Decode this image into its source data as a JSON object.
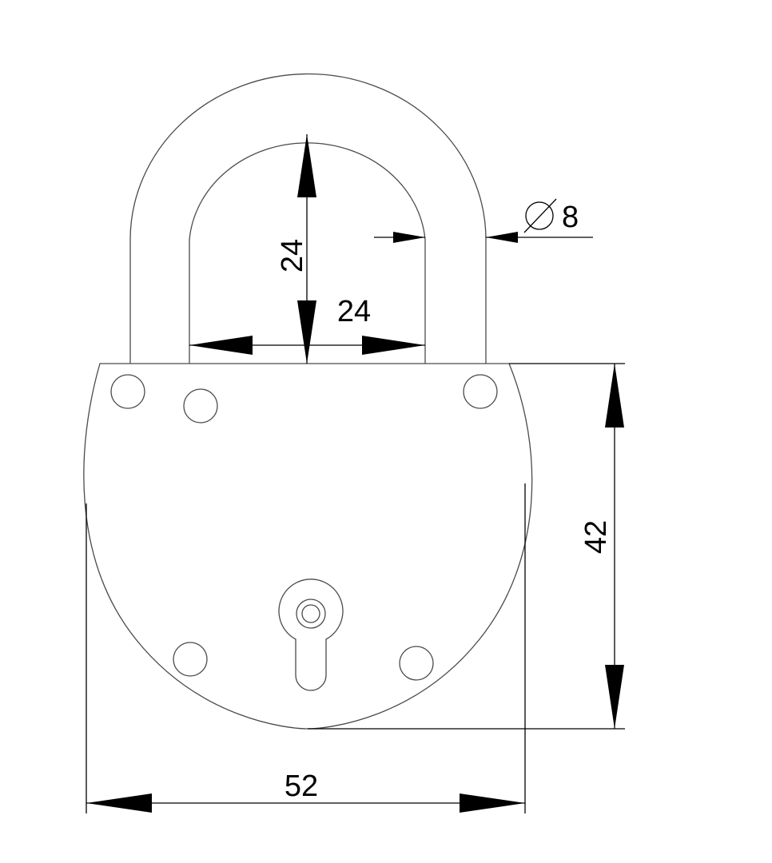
{
  "drawing": {
    "subject": "padlock",
    "dimensions": {
      "shackle_inner_height": "24",
      "shackle_inner_width": "24",
      "shackle_diameter": "8",
      "body_height": "42",
      "body_width": "52"
    },
    "colors": {
      "outline": "#4a4a4a",
      "dimension": "#000000",
      "background": "#ffffff"
    }
  }
}
